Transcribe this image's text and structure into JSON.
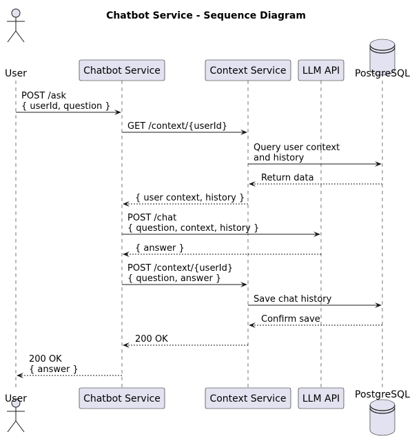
{
  "title": "Chatbot Service - Sequence Diagram",
  "participants": [
    {
      "id": "user",
      "label": "User",
      "kind": "actor"
    },
    {
      "id": "chatbot",
      "label": "Chatbot Service",
      "kind": "participant"
    },
    {
      "id": "context",
      "label": "Context Service",
      "kind": "participant"
    },
    {
      "id": "llm",
      "label": "LLM API",
      "kind": "participant"
    },
    {
      "id": "db",
      "label": "PostgreSQL",
      "kind": "database"
    }
  ],
  "messages": [
    {
      "from": "user",
      "to": "chatbot",
      "style": "solid",
      "lines": [
        "POST /ask",
        "{ userId, question }"
      ]
    },
    {
      "from": "chatbot",
      "to": "context",
      "style": "solid",
      "lines": [
        "GET /context/{userId}"
      ]
    },
    {
      "from": "context",
      "to": "db",
      "style": "solid",
      "lines": [
        "Query user context",
        "and history"
      ]
    },
    {
      "from": "db",
      "to": "context",
      "style": "dashed",
      "lines": [
        "Return data"
      ]
    },
    {
      "from": "context",
      "to": "chatbot",
      "style": "dashed",
      "lines": [
        "{ user context, history }"
      ]
    },
    {
      "from": "chatbot",
      "to": "llm",
      "style": "solid",
      "lines": [
        "POST /chat",
        "{ question, context, history }"
      ]
    },
    {
      "from": "llm",
      "to": "chatbot",
      "style": "dashed",
      "lines": [
        "{ answer }"
      ]
    },
    {
      "from": "chatbot",
      "to": "context",
      "style": "solid",
      "lines": [
        "POST /context/{userId}",
        "{ question, answer }"
      ]
    },
    {
      "from": "context",
      "to": "db",
      "style": "solid",
      "lines": [
        "Save chat history"
      ]
    },
    {
      "from": "db",
      "to": "context",
      "style": "dashed",
      "lines": [
        "Confirm save"
      ]
    },
    {
      "from": "context",
      "to": "chatbot",
      "style": "dashed",
      "lines": [
        "200 OK"
      ]
    },
    {
      "from": "chatbot",
      "to": "user",
      "style": "dashed",
      "lines": [
        "200 OK",
        "{ answer }"
      ]
    }
  ],
  "colors": {
    "participant_fill": "#e2e2f0",
    "line": "#181818"
  }
}
